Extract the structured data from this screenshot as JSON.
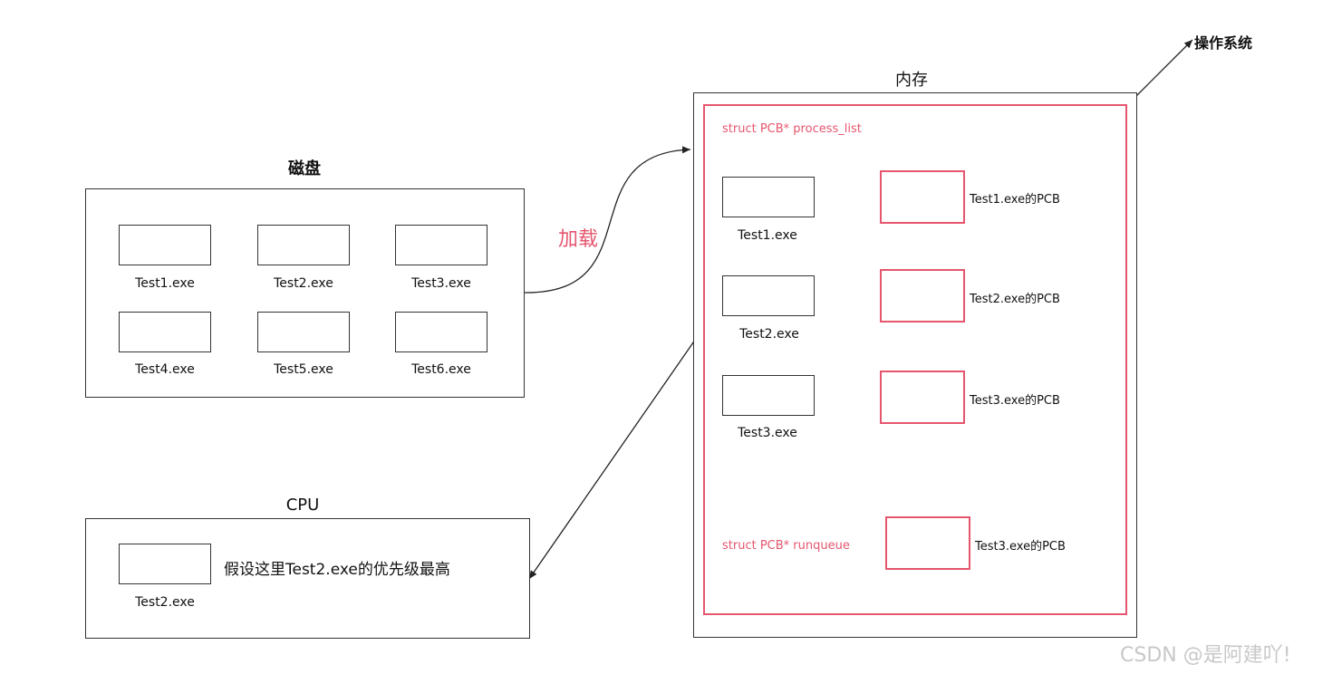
{
  "disk": {
    "title": "磁盘",
    "files": [
      "Test1.exe",
      "Test2.exe",
      "Test3.exe",
      "Test4.exe",
      "Test5.exe",
      "Test6.exe"
    ]
  },
  "load_label": "加载",
  "cpu": {
    "title": "CPU",
    "file": "Test2.exe",
    "note": "假设这里Test2.exe的优先级最高"
  },
  "os_label": "操作系统",
  "memory": {
    "title": "内存",
    "process_list_label": "struct PCB* process_list",
    "runqueue_label": "struct PCB* runqueue",
    "programs": [
      "Test1.exe",
      "Test2.exe",
      "Test3.exe"
    ],
    "pcbs": [
      "Test1.exe的PCB",
      "Test2.exe的PCB",
      "Test3.exe的PCB"
    ],
    "runqueue_pcb": "Test3.exe的PCB"
  },
  "colors": {
    "pcb": "#e5566e",
    "line": "#333333"
  },
  "watermark": "CSDN @是阿建吖!"
}
